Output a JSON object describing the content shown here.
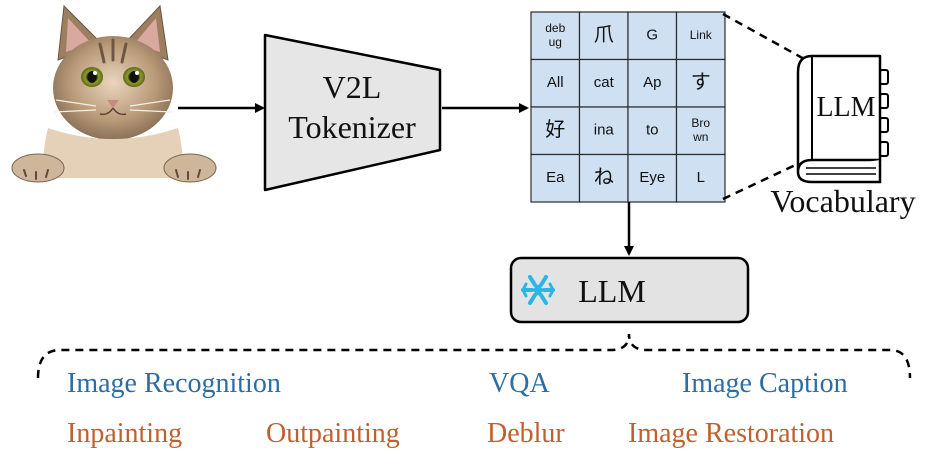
{
  "tokenizer": {
    "line1": "V2L",
    "line2": "Tokenizer"
  },
  "vocab_grid": [
    [
      "deb\nug",
      "爪",
      "G",
      "Link"
    ],
    [
      "All",
      "cat",
      "Ap",
      "す"
    ],
    [
      "好",
      "ina",
      "to",
      "Bro\nwn"
    ],
    [
      "Ea",
      "ね",
      "Eye",
      "L"
    ]
  ],
  "book": {
    "label": "LLM"
  },
  "vocabulary_label": "Vocabulary",
  "llm_box": {
    "label": "LLM",
    "icon": "snowflake-icon"
  },
  "tasks": {
    "row1": [
      "Image Recognition",
      "VQA",
      "Image Caption"
    ],
    "row2": [
      "Inpainting",
      "Outpainting",
      "Deblur",
      "Image Restoration"
    ]
  },
  "colors": {
    "understanding_tasks": "#2e6da4",
    "generation_tasks": "#c0602e",
    "grid_cell": "#cfe0f3",
    "llm_box": "#e3e3e3",
    "tokenizer_fill": "#e6e6e6",
    "snowflake": "#29b5e8"
  }
}
